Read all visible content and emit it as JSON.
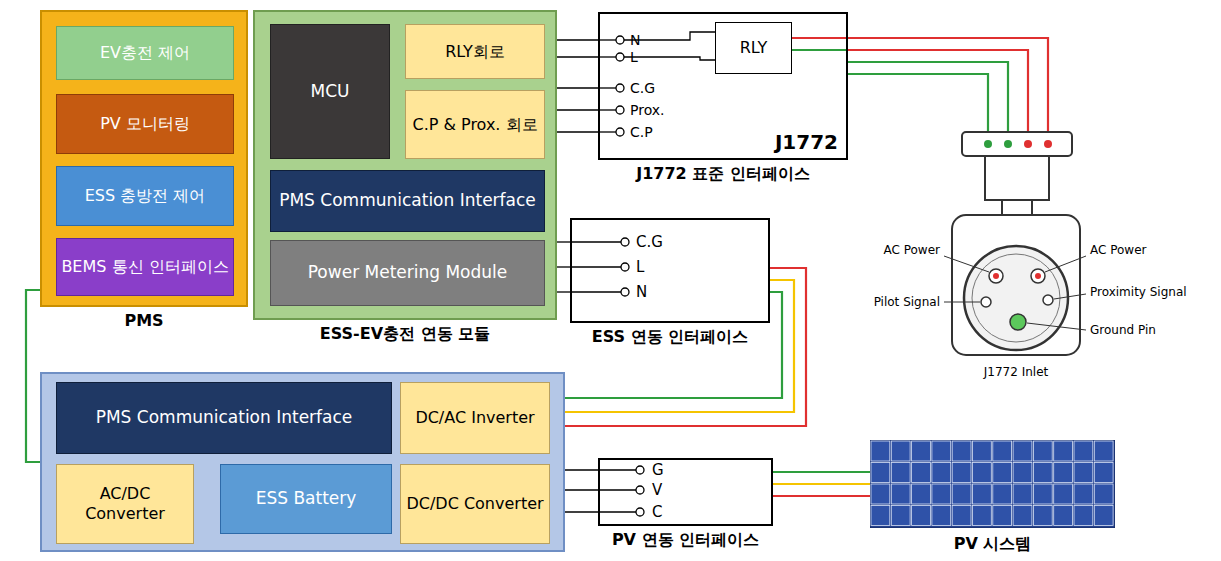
{
  "diagram": {
    "nodes": [
      {
        "text": [
          "PMS"
        ]
      },
      {
        "text": [
          "EV충전 제어"
        ],
        "in": 0
      },
      {
        "text": [
          "PV 모니터링"
        ],
        "in": 0
      },
      {
        "text": [
          "ESS 충방전 제어"
        ],
        "in": 0
      },
      {
        "text": [
          "BEMS 통신 인터페이스"
        ],
        "in": 0
      },
      {
        "text": [
          "ESS-EV충전 연동 모듈"
        ]
      },
      {
        "text": [
          "MCU"
        ],
        "in": 5
      },
      {
        "text": [
          "RLY회로"
        ],
        "in": 5
      },
      {
        "text": [
          "C.P & Prox. 회로"
        ],
        "in": 5
      },
      {
        "text": [
          "PMS Communication Interface"
        ],
        "in": 5
      },
      {
        "text": [
          "Power Metering Module"
        ],
        "in": 5
      },
      {
        "text": [
          "J1772",
          "J1772 표준 인터페이스"
        ]
      },
      {
        "text": [
          "RLY"
        ],
        "in": 11
      },
      {
        "text": [
          "ESS 연동 인터페이스"
        ]
      },
      {
        "text": []
      },
      {
        "text": [
          "PMS Communication Interface"
        ],
        "in": 14
      },
      {
        "text": [
          "DC/AC Inverter"
        ],
        "in": 14
      },
      {
        "text": [
          "AC/DC Converter"
        ],
        "in": 14
      },
      {
        "text": [
          "ESS Battery"
        ],
        "in": 14
      },
      {
        "text": [
          "DC/DC Converter"
        ],
        "in": 14
      },
      {
        "text": [
          "PV 연동 인터페이스"
        ]
      },
      {
        "text": [
          "PV 시스템"
        ]
      }
    ],
    "edges": [
      {
        "from": 0,
        "to": 14,
        "arrow": "none"
      },
      {
        "from": 7,
        "to": 11,
        "arrow": "none"
      },
      {
        "from": 7,
        "to": 11,
        "arrow": "none"
      },
      {
        "from": 5,
        "to": 11,
        "arrow": "none"
      },
      {
        "from": 8,
        "to": 11,
        "arrow": "none"
      },
      {
        "from": 8,
        "to": 11,
        "arrow": "none"
      },
      {
        "from": 10,
        "to": 13,
        "arrow": "none"
      },
      {
        "from": 10,
        "to": 13,
        "arrow": "none"
      },
      {
        "from": 10,
        "to": 13,
        "arrow": "none"
      },
      {
        "from": 13,
        "to": 16,
        "arrow": "none"
      },
      {
        "from": 13,
        "to": 16,
        "arrow": "none"
      },
      {
        "from": 13,
        "to": 16,
        "arrow": "none"
      },
      {
        "from": 19,
        "to": 20,
        "arrow": "none"
      },
      {
        "from": 19,
        "to": 20,
        "arrow": "none"
      },
      {
        "from": 19,
        "to": 20,
        "arrow": "none"
      },
      {
        "from": 20,
        "to": 21,
        "arrow": "none"
      },
      {
        "from": 20,
        "to": 21,
        "arrow": "none"
      },
      {
        "from": 20,
        "to": 21,
        "arrow": "none"
      }
    ],
    "labels": [
      "N",
      "L",
      "C.G",
      "Prox.",
      "C.P",
      "C.G",
      "L",
      "N",
      "G",
      "V",
      "C",
      "AC Power",
      "AC Power",
      "Pilot Signal",
      "Proximity Signal",
      "Ground Pin",
      "J1772 Inlet"
    ]
  }
}
